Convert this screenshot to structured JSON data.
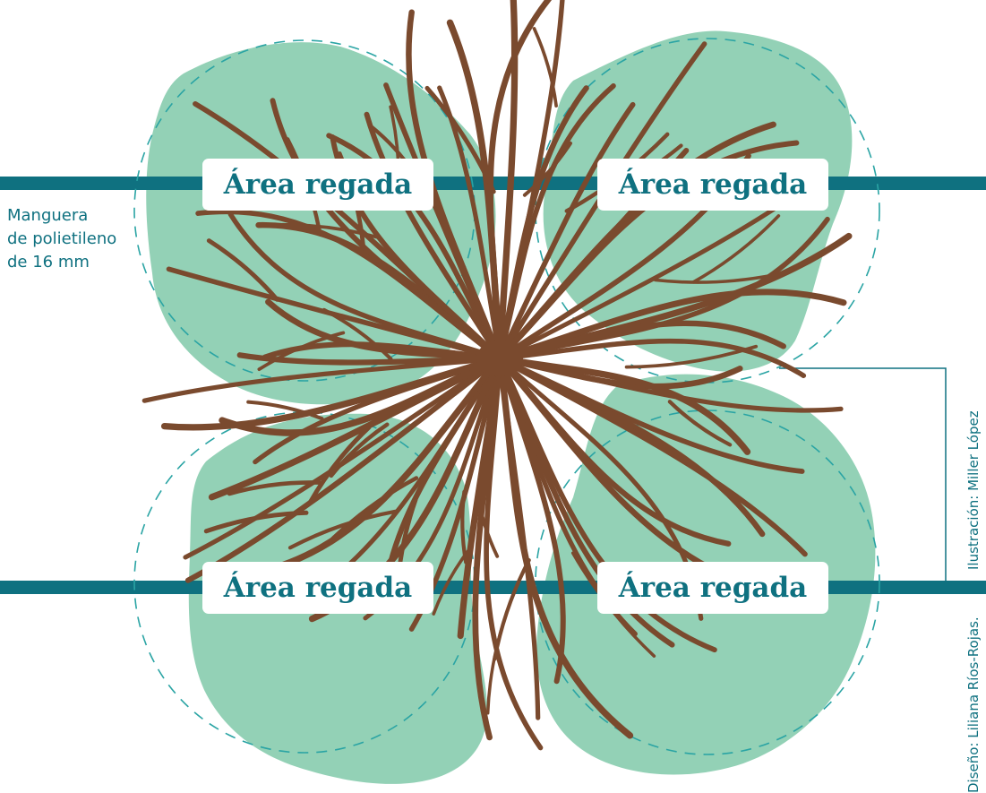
{
  "labels": {
    "top_left": "Área regada",
    "top_right": "Área regada",
    "bottom_left": "Área regada",
    "bottom_right": "Área regada"
  },
  "hose_label": {
    "line1": "Manguera",
    "line2": "de polietileno",
    "line3": "de 16 mm"
  },
  "credits": {
    "illustration": "Ilustración: Miller López",
    "design": "Diseño: Liliana Ríos-Rojas."
  },
  "colors": {
    "watered_area": "#93d1b6",
    "hose": "#0f7180",
    "roots": "#7a4a2e",
    "drip_circle": "#2aa4a4",
    "label_text": "#0f7180",
    "background": "#ffffff"
  }
}
